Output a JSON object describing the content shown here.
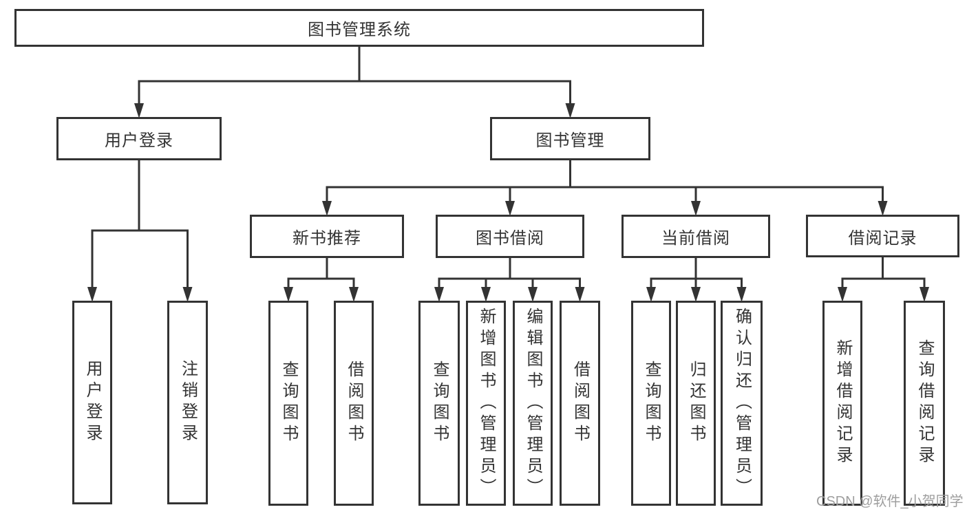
{
  "diagram": {
    "title": "图书管理系统",
    "nodes": [
      {
        "id": "root",
        "label": "图书管理系统",
        "parent": null
      },
      {
        "id": "user-login",
        "label": "用户登录",
        "parent": "root"
      },
      {
        "id": "book-mgmt",
        "label": "图书管理",
        "parent": "root"
      },
      {
        "id": "user-login-action",
        "label": "用户登录",
        "parent": "user-login"
      },
      {
        "id": "logout-action",
        "label": "注销登录",
        "parent": "user-login"
      },
      {
        "id": "new-book-rec",
        "label": "新书推荐",
        "parent": "book-mgmt"
      },
      {
        "id": "book-borrow",
        "label": "图书借阅",
        "parent": "book-mgmt"
      },
      {
        "id": "current-borrow",
        "label": "当前借阅",
        "parent": "book-mgmt"
      },
      {
        "id": "borrow-record",
        "label": "借阅记录",
        "parent": "book-mgmt"
      },
      {
        "id": "query-books-rec",
        "label": "查询图书",
        "parent": "new-book-rec"
      },
      {
        "id": "borrow-books-rec",
        "label": "借阅图书",
        "parent": "new-book-rec"
      },
      {
        "id": "query-books-borrow",
        "label": "查询图书",
        "parent": "book-borrow"
      },
      {
        "id": "add-books-admin",
        "label": "新增图书（管理员）",
        "parent": "book-borrow"
      },
      {
        "id": "edit-books-admin",
        "label": "编辑图书（管理员）",
        "parent": "book-borrow"
      },
      {
        "id": "borrow-books-borrow",
        "label": "借阅图书",
        "parent": "book-borrow"
      },
      {
        "id": "query-books-current",
        "label": "查询图书",
        "parent": "current-borrow"
      },
      {
        "id": "return-books",
        "label": "归还图书",
        "parent": "current-borrow"
      },
      {
        "id": "confirm-return-admin",
        "label": "确认归还（管理员）",
        "parent": "current-borrow"
      },
      {
        "id": "add-borrow-record",
        "label": "新增借阅记录",
        "parent": "borrow-record"
      },
      {
        "id": "query-borrow-record",
        "label": "查询借阅记录",
        "parent": "borrow-record"
      }
    ]
  },
  "watermark": {
    "text": "CSDN @软件_小贺同学"
  },
  "colors": {
    "line": "#333333",
    "text": "#333333",
    "box_fill": "#ffffff",
    "background": "#ffffff",
    "watermark": "#9e9e9e"
  }
}
